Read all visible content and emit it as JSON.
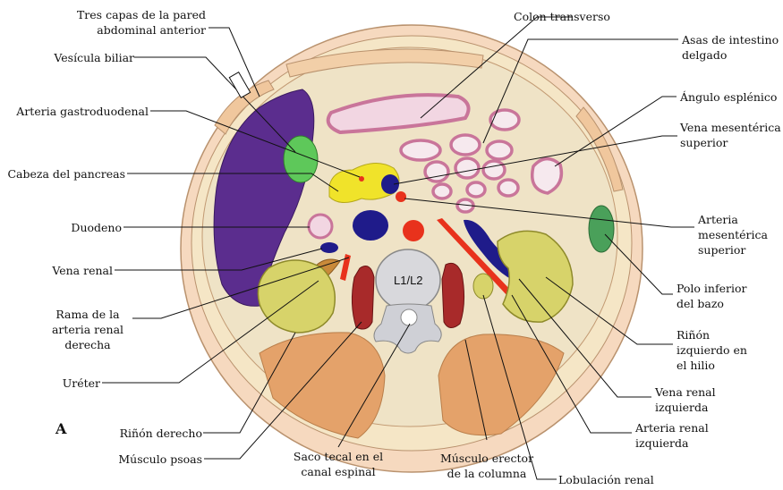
{
  "panel_letter": "A",
  "vertebra_label": "L1/L2",
  "labels": {
    "tres_capas": "Tres capas de la pared abdominal anterior",
    "vesicula": "Vesícula biliar",
    "gastroduodenal": "Arteria gastroduodenal",
    "cabeza_pancreas": "Cabeza del pancreas",
    "duodeno": "Duodeno",
    "vena_renal": "Vena renal",
    "rama_arteria": "Rama de la arteria renal derecha",
    "ureter": "Uréter",
    "rinon_derecho": "Riñón derecho",
    "musculo_psoas": "Músculo psoas",
    "saco_tecal": "Saco tecal en el canal espinal",
    "erector": "Músculo erector de la columna",
    "lobulacion": "Lobulación renal",
    "colon": "Colon transverso",
    "asas": "Asas de intestino delgado",
    "angulo": "Ángulo esplénico",
    "vena_mesenterica": "Vena mesentérica superior",
    "arteria_mesenterica": "Arteria mesentérica superior",
    "polo_bazo": "Polo inferior del bazo",
    "rinon_izq": "Riñón izquierdo en el hilio",
    "vena_renal_izq": "Vena renal izquierda",
    "arteria_renal_izq": "Arteria renal izquierda"
  },
  "label_lines": {
    "tres_capas": [
      "Tres capas de la pared",
      "abdominal anterior"
    ],
    "vesicula": [
      "Vesícula biliar"
    ],
    "gastroduodenal": [
      "Arteria gastroduodenal"
    ],
    "cabeza_pancreas": [
      "Cabeza del pancreas"
    ],
    "duodeno": [
      "Duodeno"
    ],
    "vena_renal": [
      "Vena renal"
    ],
    "rama_arteria": [
      "Rama de la",
      "arteria renal",
      "derecha"
    ],
    "ureter": [
      "Uréter"
    ],
    "rinon_derecho": [
      "Riñón derecho"
    ],
    "musculo_psoas": [
      "Músculo psoas"
    ],
    "saco_tecal": [
      "Saco tecal en el",
      "canal espinal"
    ],
    "erector": [
      "Músculo erector",
      "de la columna"
    ],
    "lobulacion": [
      "Lobulación renal"
    ],
    "colon": [
      "Colon transverso"
    ],
    "asas": [
      "Asas de intestino",
      "delgado"
    ],
    "angulo": [
      "Ángulo esplénico"
    ],
    "vena_mesenterica": [
      "Vena mesentérica",
      "superior"
    ],
    "arteria_mesenterica": [
      "Arteria",
      "mesentérica",
      "superior"
    ],
    "polo_bazo": [
      "Polo inferior",
      "del bazo"
    ],
    "rinon_izq": [
      "Riñón",
      "izquierdo en",
      "el hilio"
    ],
    "vena_renal_izq": [
      "Vena renal",
      "izquierda"
    ],
    "arteria_renal_izq": [
      "Arteria renal",
      "izquierda"
    ]
  },
  "colors": {
    "outer_skin": "#f7dcc0",
    "fat": "#f4e3c2",
    "cavity": "#efe5c8",
    "liver": "#5b2d8e",
    "gallbladder": "#5ec85a",
    "pancreas": "#f0e32a",
    "vein": "#1f1b8a",
    "artery": "#e8321c",
    "bowel_wall": "#c9759a",
    "kidney": "#d7d36a",
    "psoas": "#a82a2a",
    "erector": "#e4a36a",
    "vertebra": "#d8d8dc",
    "spleen": "#4aa05a"
  }
}
